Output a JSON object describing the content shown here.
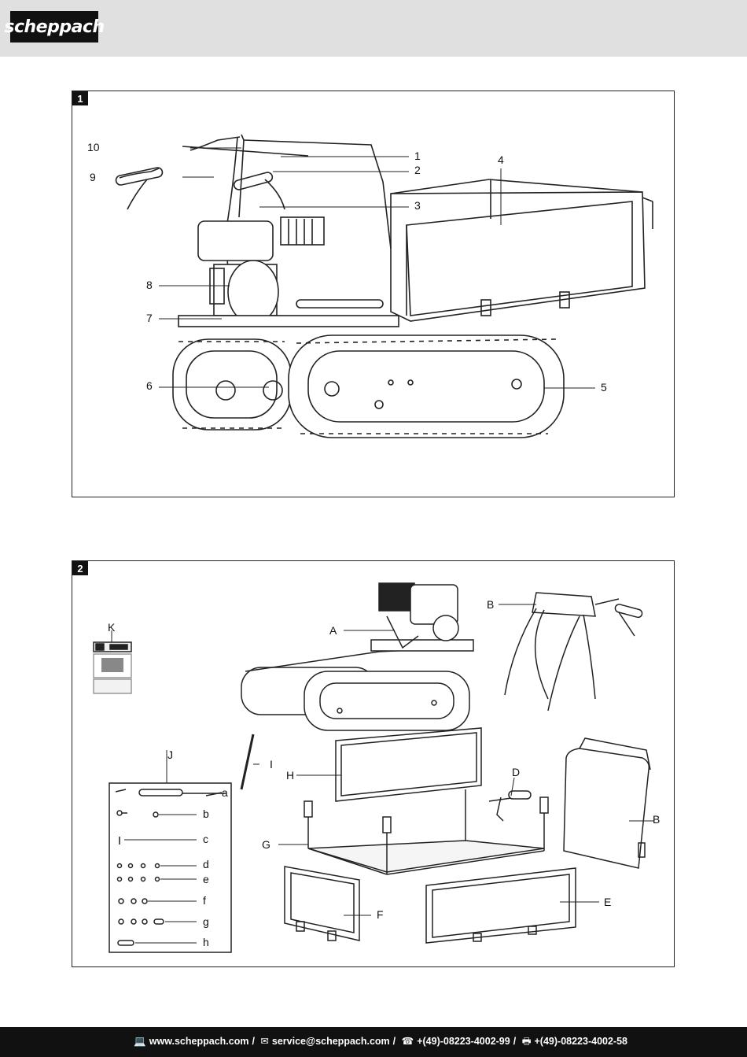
{
  "header": {
    "logo_text": "scheppach"
  },
  "figure1": {
    "number": "1",
    "callouts": [
      "1",
      "2",
      "3",
      "4",
      "5",
      "6",
      "7",
      "8",
      "9",
      "10"
    ]
  },
  "figure2": {
    "number": "2",
    "callouts": {
      "A": "A",
      "B_top": "B",
      "B_right": "B",
      "C": "c",
      "D": "D",
      "E": "E",
      "F": "F",
      "G": "G",
      "H": "H",
      "I": "I",
      "J": "J",
      "K": "K",
      "a": "a",
      "b": "b",
      "c": "c",
      "d": "d",
      "e": "e",
      "f": "f",
      "g": "g",
      "h": "h"
    }
  },
  "footer": {
    "web_icon": "monitor-icon",
    "web": "www.scheppach.com",
    "mail_icon": "envelope-icon",
    "mail": "service@scheppach.com",
    "phone_icon": "phone-icon",
    "phone": "+(49)-08223-4002-99",
    "fax_icon": "fax-icon",
    "fax": "+(49)-08223-4002-58"
  }
}
